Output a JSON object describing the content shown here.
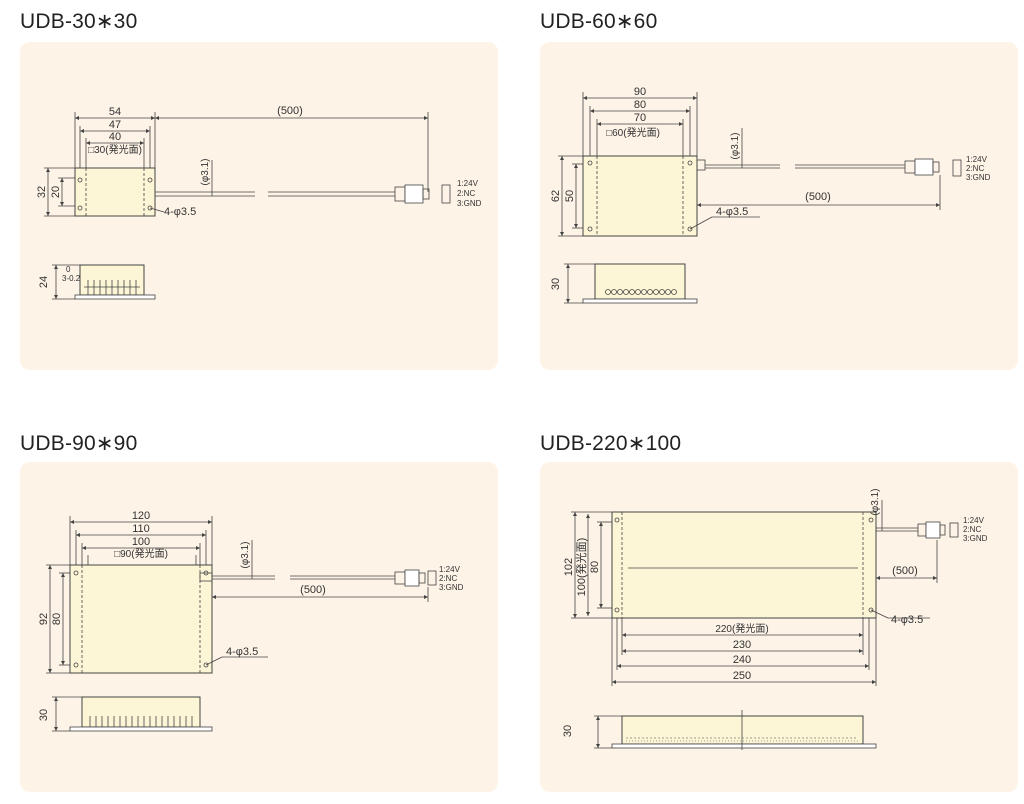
{
  "models": [
    {
      "title": "UDB-30∗30",
      "width_dims": [
        "54",
        "47",
        "40"
      ],
      "emit_label": "□30(発光面)",
      "cable_len": "(500)",
      "cable_dia": "(φ3.1)",
      "height_dims": [
        "32",
        "20"
      ],
      "hole": "4-φ3.5",
      "pins": [
        "1:24V",
        "2:NC",
        "3:GND"
      ],
      "side_height": "24",
      "side_tol_top": "0",
      "side_tol_bottom": "3-0.2"
    },
    {
      "title": "UDB-60∗60",
      "width_dims": [
        "90",
        "80",
        "70"
      ],
      "emit_label": "□60(発光面)",
      "cable_len": "(500)",
      "cable_dia": "(φ3.1)",
      "height_dims": [
        "62",
        "50"
      ],
      "hole": "4-φ3.5",
      "pins": [
        "1:24V",
        "2:NC",
        "3:GND"
      ],
      "side_height": "30"
    },
    {
      "title": "UDB-90∗90",
      "width_dims": [
        "120",
        "110",
        "100"
      ],
      "emit_label": "□90(発光面)",
      "cable_len": "(500)",
      "cable_dia": "(φ3.1)",
      "height_dims": [
        "92",
        "80"
      ],
      "hole": "4-φ3.5",
      "pins": [
        "1:24V",
        "2:NC",
        "3:GND"
      ],
      "side_height": "30"
    },
    {
      "title": "UDB-220∗100",
      "width_dims": [
        "220(発光面)",
        "230",
        "240",
        "250"
      ],
      "cable_len": "(500)",
      "cable_dia": "(φ3.1)",
      "height_dims": [
        "102",
        "100(発光面)",
        "80"
      ],
      "hole": "4-φ3.5",
      "pins": [
        "1:24V",
        "2:NC",
        "3:GND"
      ],
      "side_height": "30"
    }
  ],
  "colors": {
    "panel": "#fdf3e7",
    "body": "#fdf6d6",
    "line": "#444444"
  }
}
